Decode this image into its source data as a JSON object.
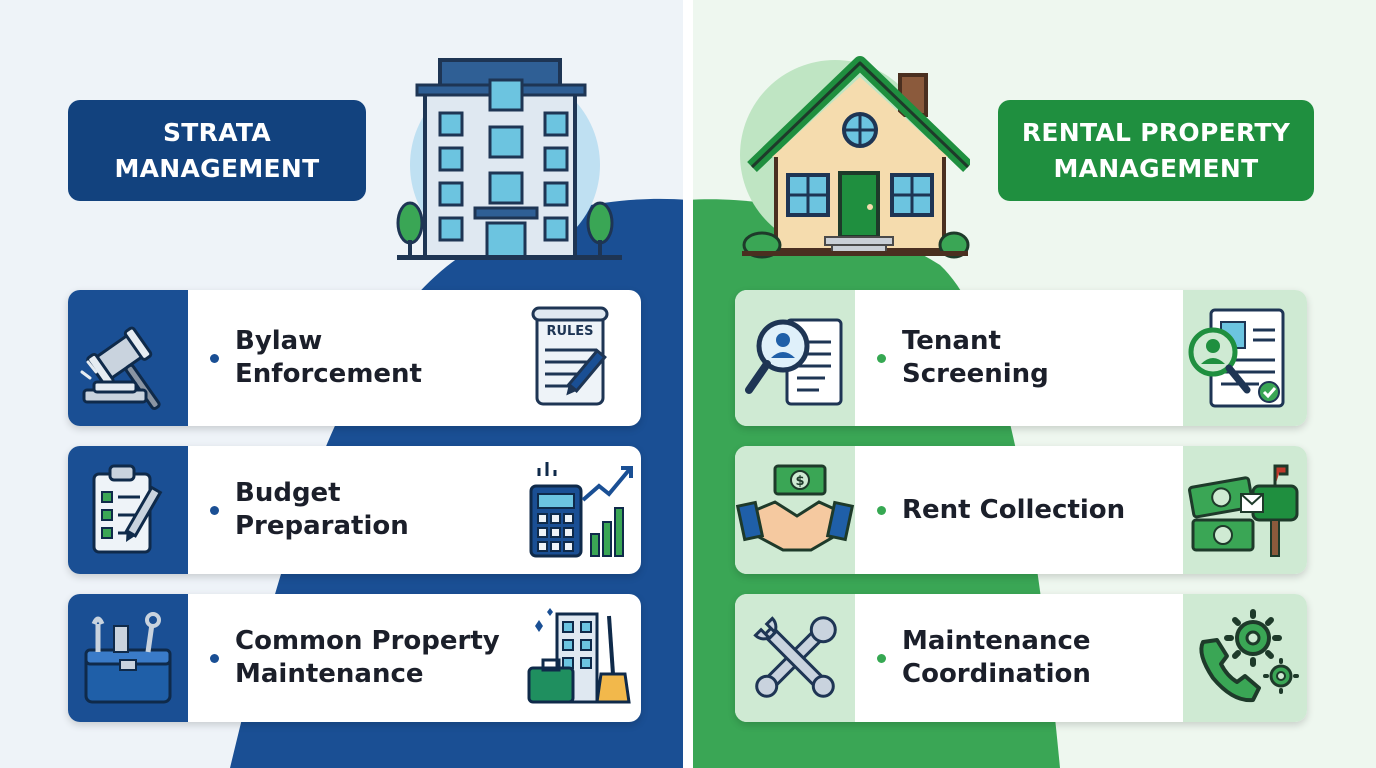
{
  "colors": {
    "strata_dark": "#12427e",
    "strata_mid": "#1f5fa8",
    "strata_light": "#cfe3f4",
    "rental_dark": "#1f8f3f",
    "rental_mid": "#36a852",
    "rental_light": "#d7eed9",
    "text": "#1b1f2a"
  },
  "strata": {
    "title_line1": "STRATA",
    "title_line2": "MANAGEMENT",
    "hero_icon": "apartment-building-icon",
    "items": [
      {
        "line1": "Bylaw",
        "line2": "Enforcement",
        "left_icon": "gavel-icon",
        "right_icon": "rules-document-icon",
        "rules_label": "RULES"
      },
      {
        "line1": "Budget",
        "line2": "Preparation",
        "left_icon": "clipboard-checklist-icon",
        "right_icon": "calculator-growth-chart-icon"
      },
      {
        "line1": "Common Property",
        "line2": "Maintenance",
        "left_icon": "toolbox-icon",
        "right_icon": "building-cleaning-icon"
      }
    ]
  },
  "rental": {
    "title_line1": "RENTAL PROPERTY",
    "title_line2": "MANAGEMENT",
    "hero_icon": "house-icon",
    "items": [
      {
        "line1": "Tenant",
        "line2": "Screening",
        "left_icon": "magnifier-document-icon",
        "right_icon": "profile-check-icon"
      },
      {
        "line1": "Rent Collection",
        "line2": "",
        "left_icon": "handshake-cash-icon",
        "right_icon": "cash-mailbox-icon"
      },
      {
        "line1": "Maintenance",
        "line2": "Coordination",
        "left_icon": "wrench-screwdriver-icon",
        "right_icon": "phone-gear-icon"
      }
    ]
  }
}
